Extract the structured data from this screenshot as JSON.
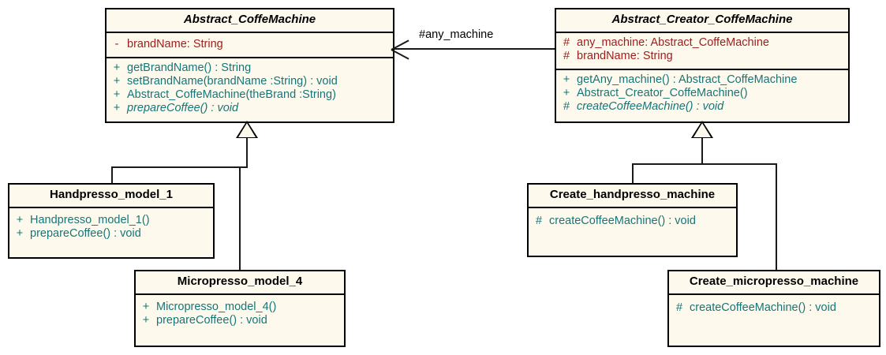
{
  "diagram": {
    "title": "Abstract Factory / Factory Method UML class diagram",
    "background": "#ffffff",
    "box_fill": "#fdf9ec",
    "border_color": "#000000",
    "attribute_color": "#9c1d1d",
    "method_color": "#17757a"
  },
  "classes": {
    "abstract_coffe_machine": {
      "name": "Abstract_CoffeMachine",
      "attributes": [
        {
          "visibility": "-",
          "text": "brandName:  String"
        }
      ],
      "methods": [
        {
          "visibility": "+",
          "text": "getBrandName() : String"
        },
        {
          "visibility": "+",
          "text": "setBrandName(brandName :String) : void"
        },
        {
          "visibility": "+",
          "text": "Abstract_CoffeMachine(theBrand :String)"
        },
        {
          "visibility": "+",
          "text": "prepareCoffee() : void"
        }
      ]
    },
    "abstract_creator_coffe_machine": {
      "name": "Abstract_Creator_CoffeMachine",
      "attributes": [
        {
          "visibility": "#",
          "text": "any_machine:  Abstract_CoffeMachine"
        },
        {
          "visibility": "#",
          "text": "brandName:  String"
        }
      ],
      "methods": [
        {
          "visibility": "+",
          "text": "getAny_machine() : Abstract_CoffeMachine"
        },
        {
          "visibility": "+",
          "text": "Abstract_Creator_CoffeMachine()"
        },
        {
          "visibility": "#",
          "text": "createCoffeeMachine() : void"
        }
      ]
    },
    "handpresso_model_1": {
      "name": "Handpresso_model_1",
      "methods": [
        {
          "visibility": "+",
          "text": "Handpresso_model_1()"
        },
        {
          "visibility": "+",
          "text": "prepareCoffee() : void"
        }
      ]
    },
    "micropresso_model_4": {
      "name": "Micropresso_model_4",
      "methods": [
        {
          "visibility": "+",
          "text": "Micropresso_model_4()"
        },
        {
          "visibility": "+",
          "text": "prepareCoffee() : void"
        }
      ]
    },
    "create_handpresso_machine": {
      "name": "Create_handpresso_machine",
      "methods": [
        {
          "visibility": "#",
          "text": "createCoffeeMachine() : void"
        }
      ]
    },
    "create_micropresso_machine": {
      "name": "Create_micropresso_machine",
      "methods": [
        {
          "visibility": "#",
          "text": "createCoffeeMachine() : void"
        }
      ]
    }
  },
  "relations": {
    "association_label": "#any_machine"
  }
}
